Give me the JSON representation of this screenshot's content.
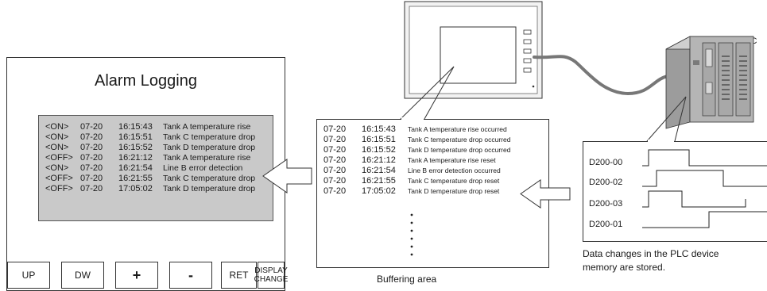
{
  "screen": {
    "title": "Alarm Logging",
    "log_entries": [
      {
        "state": "<ON>",
        "date": "07-20",
        "time": "16:15:43",
        "message": "Tank A temperature rise"
      },
      {
        "state": "<ON>",
        "date": "07-20",
        "time": "16:15:51",
        "message": "Tank C temperature drop"
      },
      {
        "state": "<ON>",
        "date": "07-20",
        "time": "16:15:52",
        "message": "Tank D temperature drop"
      },
      {
        "state": "<OFF>",
        "date": "07-20",
        "time": "16:21:12",
        "message": "Tank A temperature rise"
      },
      {
        "state": "<ON>",
        "date": "07-20",
        "time": "16:21:54",
        "message": "Line B error detection"
      },
      {
        "state": "<OFF>",
        "date": "07-20",
        "time": "16:21:55",
        "message": "Tank C temperature drop"
      },
      {
        "state": "<OFF>",
        "date": "07-20",
        "time": "17:05:02",
        "message": "Tank D temperature drop"
      }
    ],
    "buttons": [
      "UP",
      "DW",
      "+",
      "-",
      "RET",
      "DISPLAY\nCHANGE"
    ]
  },
  "buffer": {
    "label": "Buffering area",
    "entries": [
      {
        "date": "07-20",
        "time": "16:15:43",
        "message": "Tank A temperature rise occurred"
      },
      {
        "date": "07-20",
        "time": "16:15:51",
        "message": "Tank C temperature drop occurred"
      },
      {
        "date": "07-20",
        "time": "16:15:52",
        "message": "Tank D temperature drop occurred"
      },
      {
        "date": "07-20",
        "time": "16:21:12",
        "message": "Tank A temperature rise reset"
      },
      {
        "date": "07-20",
        "time": "16:21:54",
        "message": "Line B error detection occurred"
      },
      {
        "date": "07-20",
        "time": "16:21:55",
        "message": "Tank C temperature drop reset"
      },
      {
        "date": "07-20",
        "time": "17:05:02",
        "message": "Tank D temperature drop reset"
      }
    ]
  },
  "plc": {
    "label": "PLC",
    "signals": [
      "D200-00",
      "D200-02",
      "D200-03",
      "D200-01"
    ],
    "caption": "Data changes in the PLC device\nmemory are stored."
  },
  "colors": {
    "log_background": "#c9c9c9",
    "plc_body": "#b5b5b5",
    "cable": "#777777"
  }
}
